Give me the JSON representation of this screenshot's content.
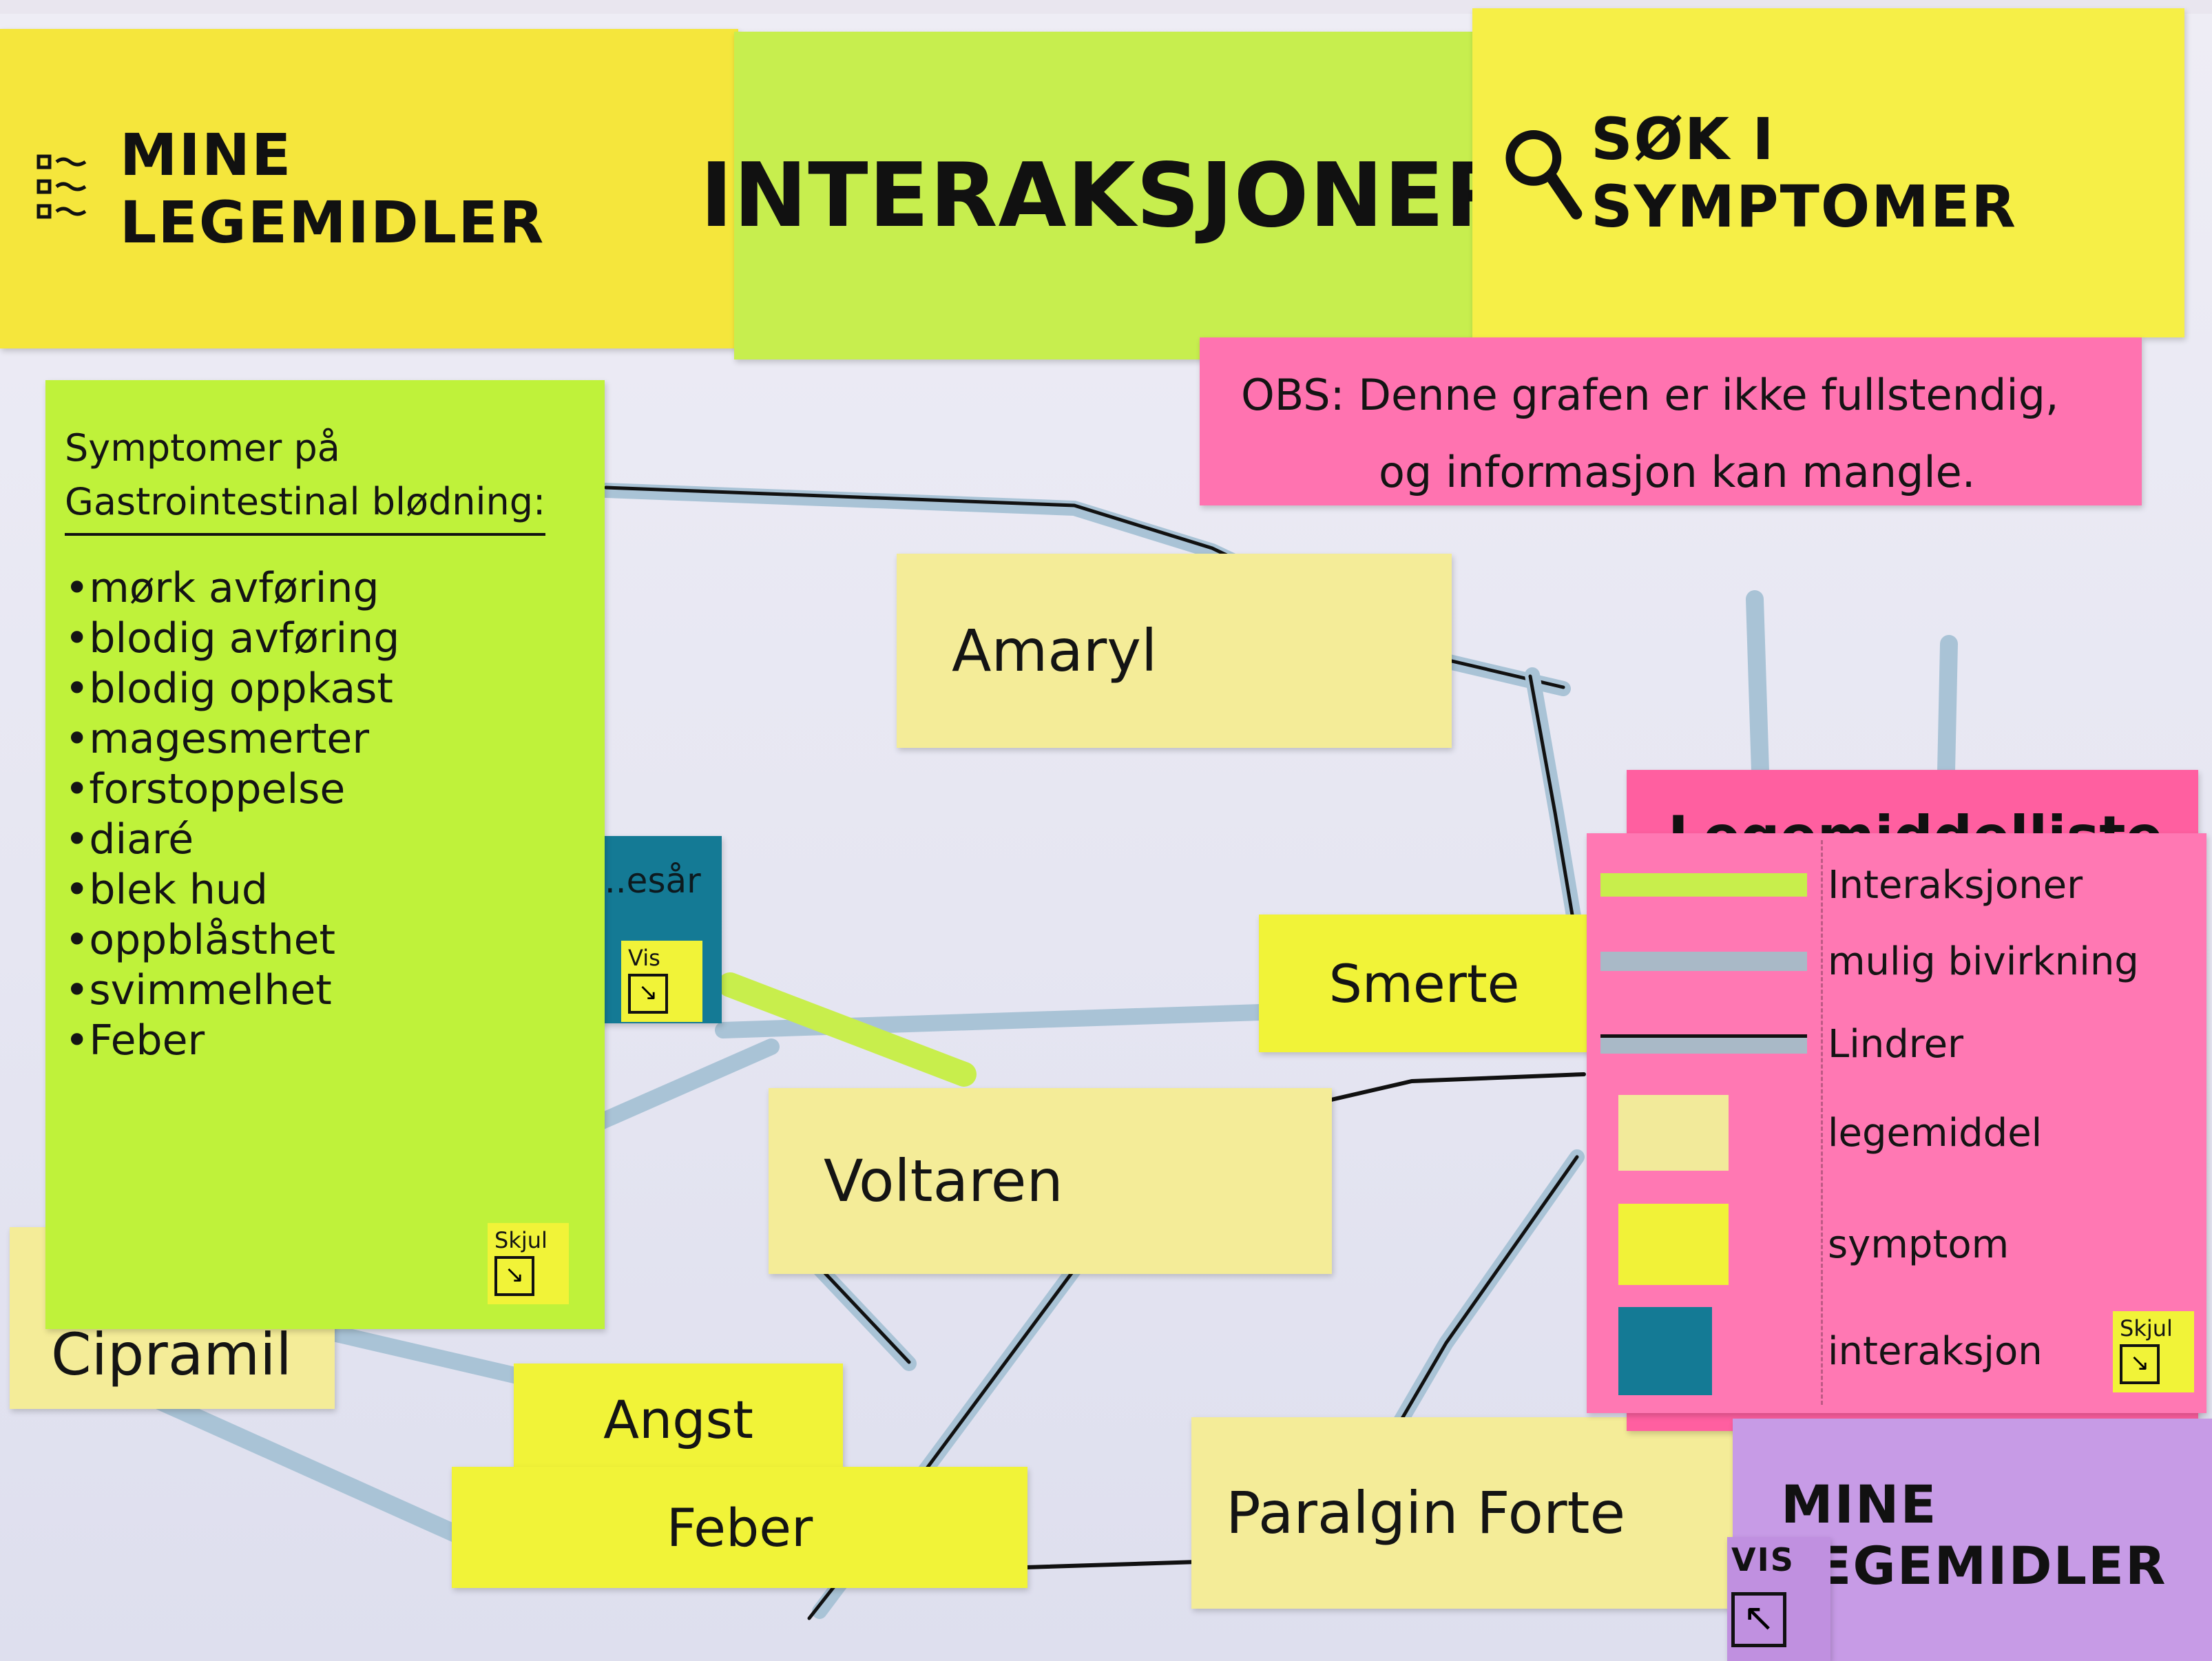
{
  "header": {
    "tabs": [
      {
        "label": "MINE LEGEMIDLER",
        "icon": "checklist-icon"
      },
      {
        "label": "INTERAKSJONER",
        "icon": "network-icon"
      },
      {
        "label": "SØK I SYMPTOMER",
        "icon": "search-icon"
      }
    ]
  },
  "obs_note": {
    "line1": "OBS: Denne grafen er ikke fullstendig,",
    "line2": "og informasjon kan mangle."
  },
  "symptoms_panel": {
    "title_line1": "Symptomer på",
    "title_line2": "Gastrointestinal blødning:",
    "items": [
      "mørk avføring",
      "blodig avføring",
      "blodig oppkast",
      "magesmerter",
      "forstoppelse",
      "diaré",
      "blek hud",
      "oppblåsthet",
      "svimmelhet",
      "Feber"
    ],
    "hide_label": "Skjul"
  },
  "graph": {
    "drugs": {
      "amaryl": "Amaryl",
      "voltaren": "Voltaren",
      "paralgin": "Paralgin Forte",
      "cipramil": "Cipramil"
    },
    "symptoms": {
      "smerte": "Smerte",
      "angst": "Angst",
      "feber": "Feber"
    },
    "interaction_node": {
      "label": "...esår",
      "show_label": "Vis"
    }
  },
  "legend": {
    "back_title": "Legemiddelliste",
    "rows": [
      {
        "swatch": "#c8ee4c",
        "label": "Interaksjoner"
      },
      {
        "swatch": "#a9b9c7",
        "label": "mulig bivirkning"
      },
      {
        "swatch": "#a9b9c7",
        "label": "Lindrer"
      },
      {
        "swatch": "#f2ea9a",
        "label": "legemiddel"
      },
      {
        "swatch": "#f1f238",
        "label": "symptom"
      },
      {
        "swatch": "#147a95",
        "label": "interaksjon"
      }
    ],
    "hide_label": "Skjul"
  },
  "mine_bottom": {
    "label": "MINE LEGEMIDLER",
    "show_label": "VIS"
  },
  "colors": {
    "yellow_note": "#f5e63c",
    "green_note": "#c7ee4e",
    "pink_note": "#ff78b3",
    "purple_note": "#c79be6",
    "teal_note": "#147a95",
    "drug_note": "#f4ec98",
    "edge_blue": "#a9c3d6"
  }
}
